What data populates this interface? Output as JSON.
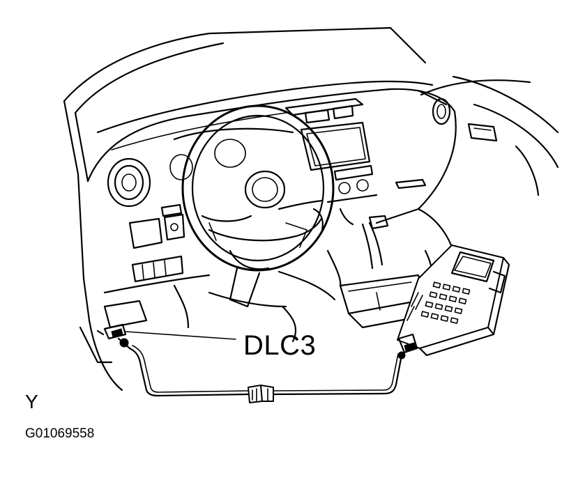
{
  "labels": {
    "connector": "DLC3",
    "view": "Y",
    "figure_id": "G01069558"
  }
}
